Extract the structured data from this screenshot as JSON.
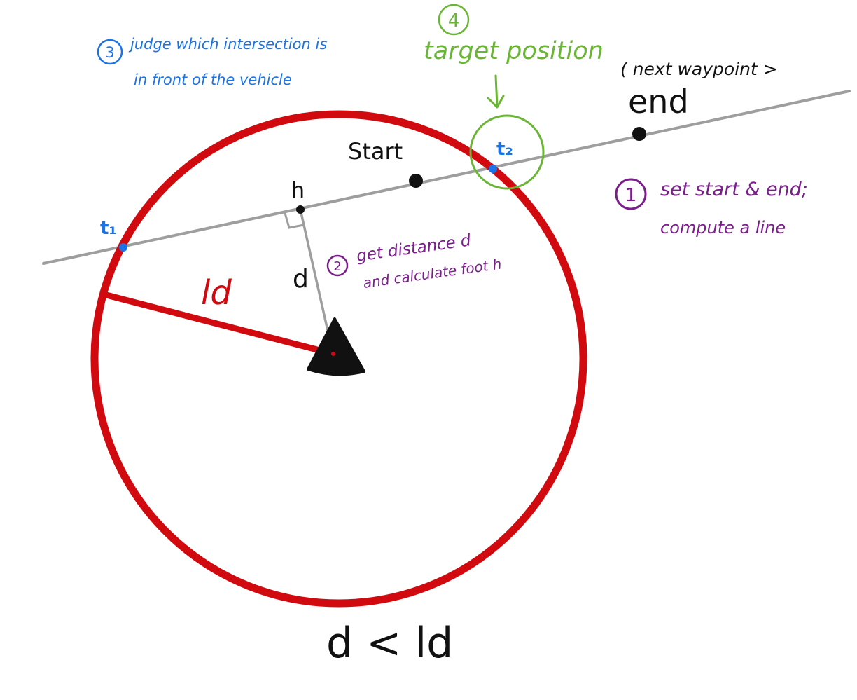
{
  "labels": {
    "t1": "t₁",
    "t2": "t₂",
    "h": "h",
    "d": "d",
    "ld": "ld",
    "start": "Start",
    "end": "end",
    "next_waypoint": "( next waypoint >",
    "condition": "d < ld"
  },
  "steps": [
    {
      "num": "1",
      "lines": [
        "set  start  &  end;",
        "compute  a line"
      ]
    },
    {
      "num": "2",
      "lines": [
        "get distance d",
        "and calculate foot h"
      ]
    },
    {
      "num": "3",
      "lines": [
        "judge  which  intersection   is",
        "in  front   of  the  vehicle"
      ]
    },
    {
      "num": "4",
      "lines": [
        "target  position"
      ]
    }
  ],
  "colors": {
    "circle": "#d10a0f",
    "line": "#9e9e9e",
    "intersection_points": "#1a73e8",
    "step1": "#7b1e8c",
    "step2": "#7b1e8c",
    "step3": "#1a73e8",
    "step4": "#6ab536",
    "ink": "#111111"
  },
  "icons": [
    "vehicle-icon",
    "right-angle-marker-icon",
    "down-arrow-icon",
    "circled-number-icon"
  ]
}
